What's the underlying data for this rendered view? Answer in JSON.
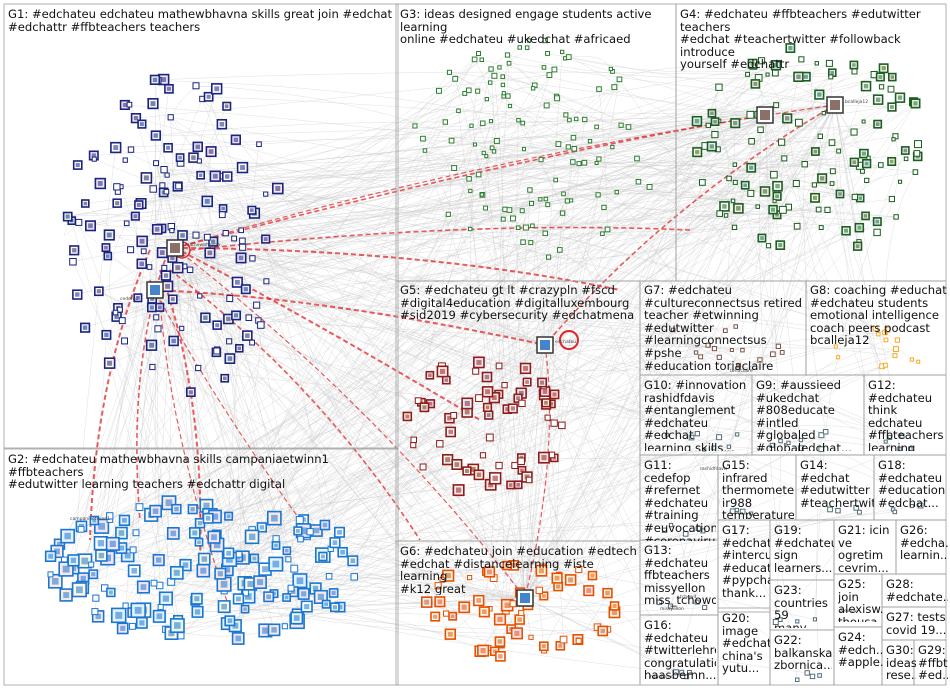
{
  "groups": [
    {
      "id": "G1",
      "label": "G1: #edchateu edchateu mathewbhavna skills great join #edchat\n#edchattr #ffbteachers teachers",
      "color": "#1a237e"
    },
    {
      "id": "G2",
      "label": "G2: #edchateu mathewbhavna skills campaniaetwinn1 #ffbteachers\n#edutwitter learning teachers #edchattr digital",
      "color": "#1976d2"
    },
    {
      "id": "G3",
      "label": "G3: ideas designed engage students active learning\nonline #edchateu #ukedchat #africaed",
      "color": "#2e7d32"
    },
    {
      "id": "G4",
      "label": "G4: #edchateu #ffbteachers #edutwitter teachers\n#edchat #teachertwitter #followback introduce\nyourself #edchattr",
      "color": "#1b5e20"
    },
    {
      "id": "G5",
      "label": "G5: #edchateu gt lt #crazypln #fscd\n#digital4education #digitalluxembourg\n#sid2019 #cybersecurity #edchatmena",
      "color": "#8d1c1c"
    },
    {
      "id": "G6",
      "label": "G6: #edchateu join #education #edtech\n#edchat #distancelearning #iste learning\n#k12 great",
      "color": "#e65100"
    },
    {
      "id": "G7",
      "label": "G7: #edchateu\n#cultureconnectsus retired\nteacher #etwinning #edutwitter\n#learningconnectsus #pshe\n#education toriaclaire",
      "color": "#795548"
    },
    {
      "id": "G8",
      "label": "G8: coaching #educhat\n#edchateu students\nemotional intelligence\ncoach peers podcast\nbcalleja12",
      "color": "#f9a825"
    },
    {
      "id": "G10",
      "label": "G10: #innovation\nrashidfdavis\n#entanglement\n#edchateu #edchat\nlearning skills...",
      "color": "#546e7a"
    },
    {
      "id": "G9",
      "label": "G9: #aussieed\n#ukedchat\n#808educate #intled\n#globaled\n#globaledchat...",
      "color": "#546e7a"
    },
    {
      "id": "G12",
      "label": "G12:\n#edchateu\nthink edchateu\n#ffbteachers\nlearning learn...",
      "color": "#546e7a"
    },
    {
      "id": "G11",
      "label": "G11: cedefop\n#refernet\n#edchateu\n#training\n#euvocationa...\n#coronavirus...",
      "color": "#546e7a"
    },
    {
      "id": "G15",
      "label": "G15: infrared\nthermometer\nir988\ntemperature...",
      "color": "#546e7a"
    },
    {
      "id": "G14",
      "label": "G14: #edchat\n#edutwitter\n#teachertwitt...",
      "color": "#546e7a"
    },
    {
      "id": "G18",
      "label": "G18:\n#edchateu\n#education\n#edchat...",
      "color": "#546e7a"
    },
    {
      "id": "G13",
      "label": "G13:\n#edchateu\nffbteachers\nmissyellon\nmiss_tchowd...",
      "color": "#546e7a"
    },
    {
      "id": "G17",
      "label": "G17:\n#edchat...\n#intercul...\n#educati...\n#pypchat\nthank...",
      "color": "#546e7a"
    },
    {
      "id": "G19",
      "label": "G19:\n#edchateu\nsign\nlearners...",
      "color": "#546e7a"
    },
    {
      "id": "G21",
      "label": "G21: icin\nve ogretim\ncevrim...",
      "color": "#546e7a"
    },
    {
      "id": "G26",
      "label": "G26:\n#edcha...\nlearnin...",
      "color": "#546e7a"
    },
    {
      "id": "G23",
      "label": "G23:\ncountries 59\nmany...",
      "color": "#546e7a"
    },
    {
      "id": "G25",
      "label": "G25: join\nalexisw...\nthousa...",
      "color": "#546e7a"
    },
    {
      "id": "G28",
      "label": "G28:\n#edchate...",
      "color": "#546e7a"
    },
    {
      "id": "G16",
      "label": "G16:\n#edchateu\n#twitterlehrer\ncongratulatio...\nhaasbernn...",
      "color": "#546e7a"
    },
    {
      "id": "G20",
      "label": "G20:\nimage\n#edchat...\nchina's\nyutu...",
      "color": "#546e7a"
    },
    {
      "id": "G22",
      "label": "G22:\nbalkanska\nzbornica...",
      "color": "#546e7a"
    },
    {
      "id": "G24",
      "label": "G24:\n#edch...\n#apple...",
      "color": "#546e7a"
    },
    {
      "id": "G27",
      "label": "G27: tests\ncovid 19...",
      "color": "#546e7a"
    },
    {
      "id": "G30",
      "label": "G30:\nideas\nrese...",
      "color": "#546e7a"
    },
    {
      "id": "G29",
      "label": "G29:\n#ffbt...\n#ed...",
      "color": "#546e7a"
    }
  ],
  "hub_labels": [
    "mathewbhavna",
    "edchateu",
    "bcalleja12",
    "cedefop",
    "campaniaetwinn1",
    "toriaclaire",
    "rashidfdavis",
    "missyellon",
    "alexisw",
    "haasbernn",
    "tchowd"
  ],
  "colors": {
    "edge": "#c7c7c7",
    "hub_edge": "#e0262b",
    "frame": "#9e9e9e",
    "label": "#111111"
  }
}
